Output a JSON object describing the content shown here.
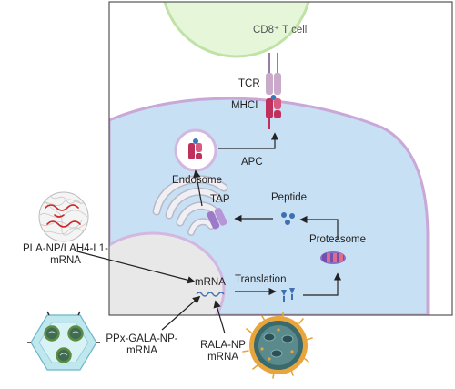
{
  "labels": {
    "t_cell": "CD8⁺ T cell",
    "tcr": "TCR",
    "mhci": "MHCI",
    "apc": "APC",
    "endosome": "Endosome",
    "tap": "TAP",
    "peptide": "Peptide",
    "proteasome": "Proteasome",
    "translation": "Translation",
    "mrna": "mRNA",
    "pla_np_line1": "PLA-NP/LAH4-L1-",
    "pla_np_line2": "mRNA",
    "ppx_line1": "PPx-GALA-NP-",
    "ppx_line2": "mRNA",
    "rala_line1": "RALA-NP",
    "rala_line2": "mRNA"
  },
  "colors": {
    "cell_fill": "#c7e0f4",
    "cell_border": "#c9a8d8",
    "t_cell_fill": "#e6f7d9",
    "t_cell_border": "#bfe3a6",
    "nucleus_fill": "#e8e8e8",
    "er_fill": "#ececf1",
    "receptor_crimson": "#c0305c",
    "receptor_lilac": "#c9aacb",
    "tap_purple": "#9d7ac8",
    "peptide_blue": "#3f6fb3",
    "hexagon_teal": "#bfe7ee",
    "rala_gold": "#e7a53b",
    "panel_border": "#555555"
  }
}
